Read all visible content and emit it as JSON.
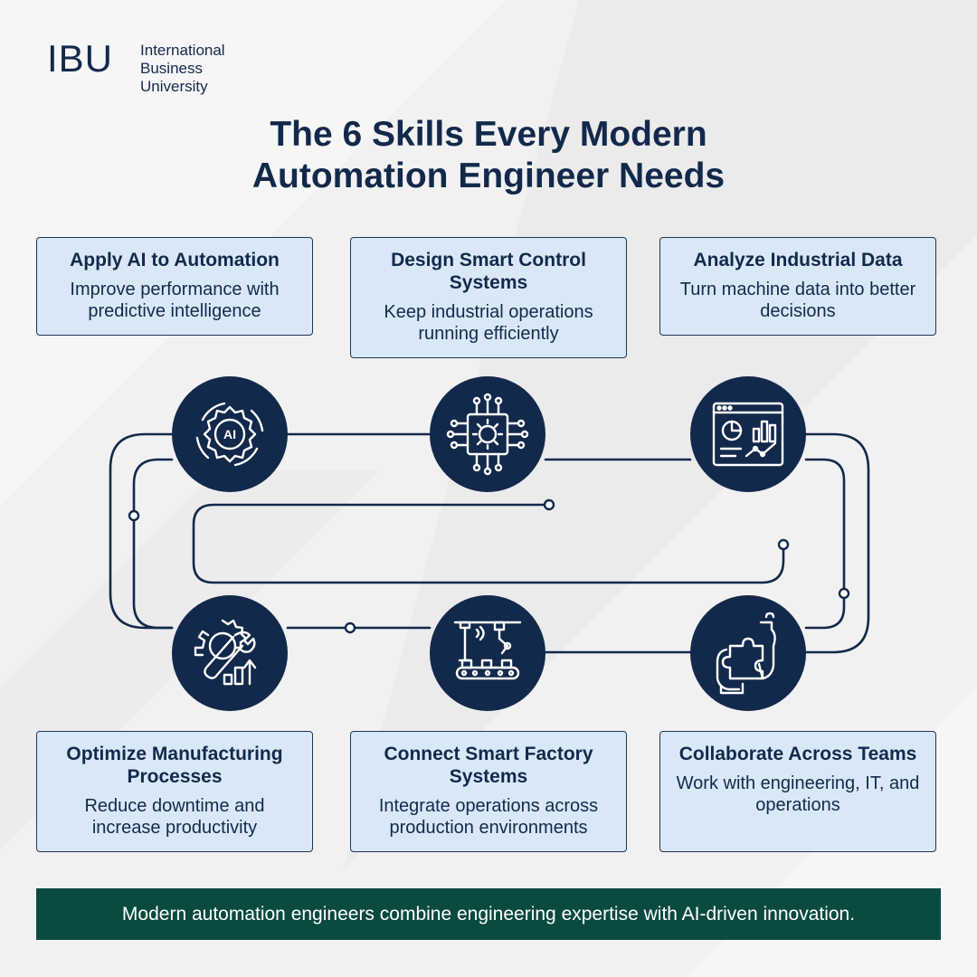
{
  "logo": {
    "mark": "IBU",
    "line1": "International",
    "line2": "Business",
    "line3": "University"
  },
  "title": {
    "line1": "The 6 Skills Every Modern",
    "line2": "Automation Engineer Needs"
  },
  "skills": [
    {
      "title": "Apply AI to Automation",
      "desc": "Improve performance with predictive intelligence",
      "icon": "ai-gear-icon"
    },
    {
      "title": "Design Smart Control Systems",
      "desc": "Keep industrial operations running efficiently",
      "icon": "circuit-gear-icon"
    },
    {
      "title": "Analyze Industrial Data",
      "desc": "Turn machine data into better decisions",
      "icon": "dashboard-chart-icon"
    },
    {
      "title": "Optimize Manufacturing Processes",
      "desc": "Reduce downtime and increase productivity",
      "icon": "wrench-gear-growth-icon"
    },
    {
      "title": "Connect Smart Factory Systems",
      "desc": "Integrate operations across production environments",
      "icon": "robot-conveyor-icon"
    },
    {
      "title": "Collaborate Across Teams",
      "desc": "Work with engineering, IT, and operations",
      "icon": "puzzle-hands-icon"
    }
  ],
  "banner": "Modern automation engineers combine engineering expertise with AI-driven innovation.",
  "colors": {
    "navy": "#13294b",
    "card_fill": "#d9e8f7",
    "banner_green": "#0b4a40",
    "background": "#f1f1f2"
  }
}
